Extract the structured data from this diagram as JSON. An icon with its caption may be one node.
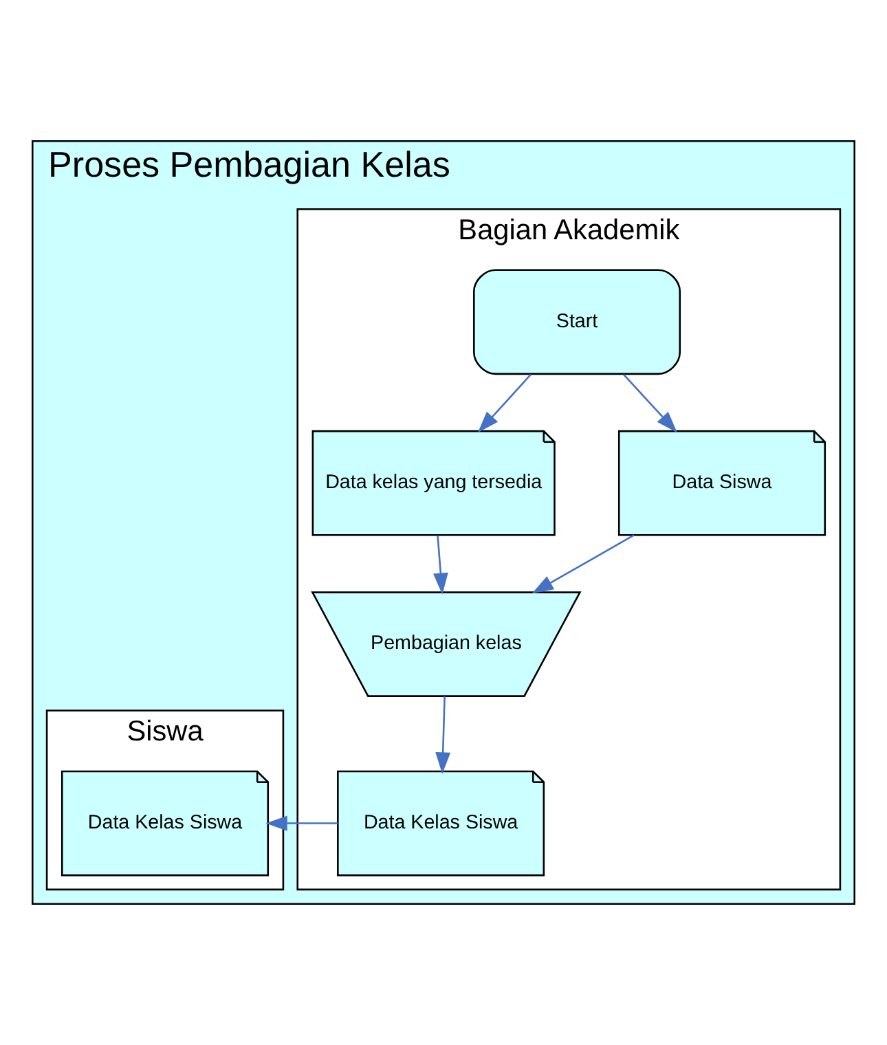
{
  "diagram": {
    "nodes": [
      {
        "text": [
          "Proses Pembagian Kelas"
        ]
      },
      {
        "text": [
          "Bagian Akademik"
        ],
        "in": 0
      },
      {
        "text": [
          "Siswa"
        ],
        "in": 0
      },
      {
        "text": [
          "Start"
        ],
        "in": 1
      },
      {
        "text": [
          "Data kelas yang tersedia"
        ],
        "in": 1
      },
      {
        "text": [
          "Data Siswa"
        ],
        "in": 1
      },
      {
        "text": [
          "Pembagian kelas"
        ],
        "in": 1
      },
      {
        "text": [
          "Data Kelas Siswa"
        ],
        "in": 1
      },
      {
        "text": [
          "Data Kelas Siswa"
        ],
        "in": 2
      }
    ],
    "edges": [
      {
        "from": 3,
        "to": 4,
        "arrow": "to"
      },
      {
        "from": 3,
        "to": 5,
        "arrow": "to"
      },
      {
        "from": 4,
        "to": 6,
        "arrow": "to"
      },
      {
        "from": 5,
        "to": 6,
        "arrow": "to"
      },
      {
        "from": 6,
        "to": 7,
        "arrow": "to"
      },
      {
        "from": 7,
        "to": 8,
        "arrow": "to"
      }
    ]
  }
}
